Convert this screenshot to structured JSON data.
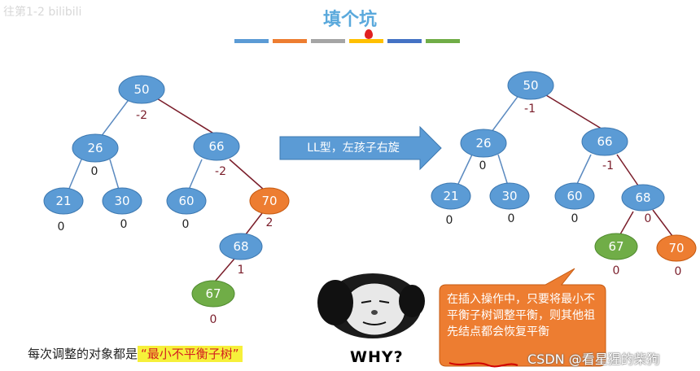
{
  "header": {
    "watermark": "往第1-2 bilibili",
    "title": "填个坑",
    "color_bars": [
      "#5b9bd5",
      "#ed7d31",
      "#a5a5a5",
      "#ffc000",
      "#4472c4",
      "#70ad47"
    ]
  },
  "left_tree": {
    "nodes": [
      {
        "id": "50",
        "bf": "-2"
      },
      {
        "id": "26",
        "bf": "0"
      },
      {
        "id": "66",
        "bf": "-2"
      },
      {
        "id": "21",
        "bf": "0"
      },
      {
        "id": "30",
        "bf": "0"
      },
      {
        "id": "60",
        "bf": "0"
      },
      {
        "id": "70",
        "bf": "2"
      },
      {
        "id": "68",
        "bf": "1"
      },
      {
        "id": "67",
        "bf": "0"
      }
    ]
  },
  "right_tree": {
    "nodes": [
      {
        "id": "50",
        "bf": "-1"
      },
      {
        "id": "26",
        "bf": "0"
      },
      {
        "id": "66",
        "bf": "-1"
      },
      {
        "id": "21",
        "bf": "0"
      },
      {
        "id": "30",
        "bf": "0"
      },
      {
        "id": "60",
        "bf": "0"
      },
      {
        "id": "68",
        "bf": "0"
      },
      {
        "id": "67",
        "bf": "0"
      },
      {
        "id": "70",
        "bf": "0"
      }
    ]
  },
  "arrow": {
    "label": "LL型，左孩子右旋"
  },
  "caption": {
    "prefix": "每次调整的对象都是",
    "highlight": "“最小不平衡子树”"
  },
  "meme": {
    "text": "WHY?"
  },
  "bubble": {
    "text": "在插入操作中，只要将最小不平衡子树调整平衡，则其他祖先结点都会恢复平衡"
  },
  "watermark_bottom": "CSDN @看星猩的柴狗",
  "colors": {
    "node_blue": "#5b9bd5",
    "node_orange": "#ed7d31",
    "node_green": "#70ad47",
    "edge_dark": "#7a1d2a",
    "edge_blue": "#5b8ac0",
    "bubble": "#ed7d31"
  }
}
